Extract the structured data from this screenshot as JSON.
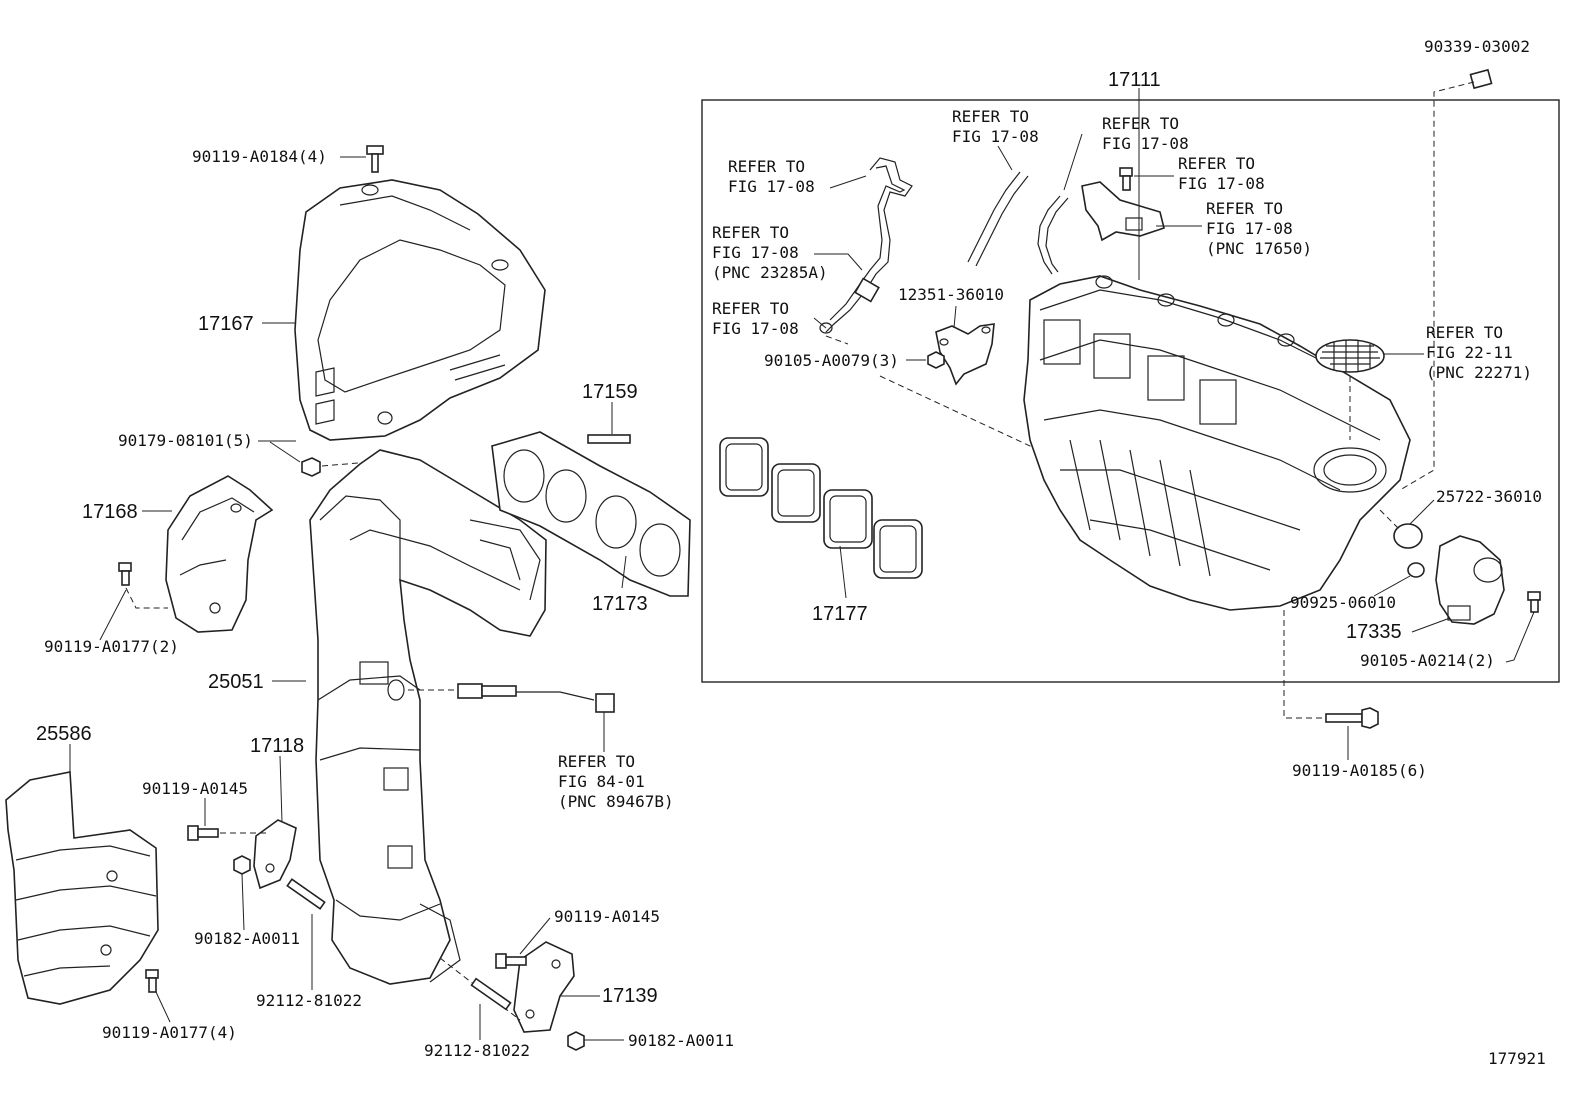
{
  "labels": {
    "p17111": "17111",
    "p90339": "90339-03002",
    "p90119_a0184": "90119-A0184(4)",
    "p17167": "17167",
    "p90179": "90179-08101(5)",
    "p17168": "17168",
    "p90119_a0177_2": "90119-A0177(2)",
    "p17159": "17159",
    "p17173": "17173",
    "p25051": "25051",
    "p25586": "25586",
    "p17118": "17118",
    "p90119_a0145_a": "90119-A0145",
    "p90182_a": "90182-A0011",
    "p92112_a": "92112-81022",
    "p90119_a0177_4": "90119-A0177(4)",
    "p90119_a0145_b": "90119-A0145",
    "p17139": "17139",
    "p90182_b": "90182-A0011",
    "p92112_b": "92112-81022",
    "p12351": "12351-36010",
    "p90105_a0079": "90105-A0079(3)",
    "p17177": "17177",
    "p25722": "25722-36010",
    "p90925": "90925-06010",
    "p17335": "17335",
    "p90105_a0214": "90105-A0214(2)",
    "p90119_a0185": "90119-A0185(6)",
    "figure_id": "177921"
  },
  "refs": {
    "r1": [
      "REFER TO",
      "FIG 17-08"
    ],
    "r2": [
      "REFER TO",
      "FIG 17-08"
    ],
    "r3": [
      "REFER TO",
      "FIG 17-08"
    ],
    "r4": [
      "REFER TO",
      "FIG 17-08",
      "(PNC 23285A)"
    ],
    "r5": [
      "REFER TO",
      "FIG 17-08"
    ],
    "r6": [
      "REFER TO",
      "FIG 17-08"
    ],
    "r7": [
      "REFER TO",
      "FIG 17-08",
      "(PNC 17650)"
    ],
    "r8": [
      "REFER TO",
      "FIG 22-11",
      "(PNC 22271)"
    ],
    "r9": [
      "REFER TO",
      "FIG 84-01",
      "(PNC 89467B)"
    ]
  }
}
